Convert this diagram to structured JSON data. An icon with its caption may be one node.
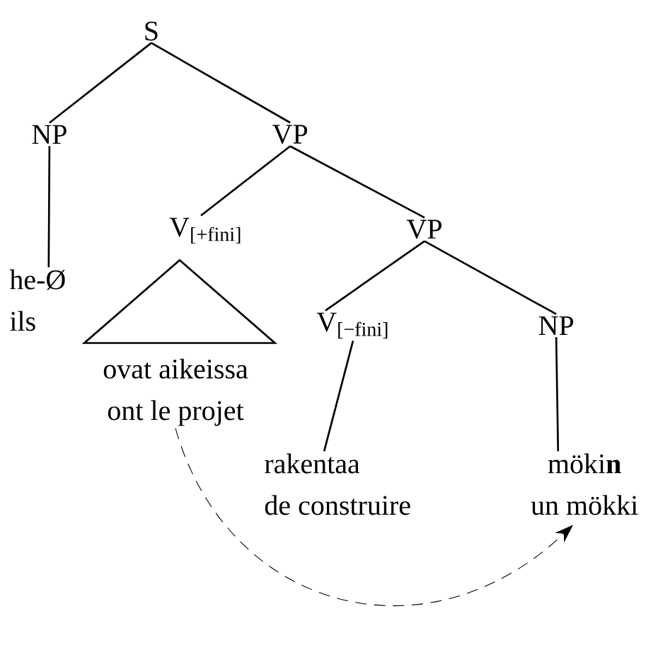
{
  "diagram": {
    "nodes": [
      {
        "text": [
          "S"
        ]
      },
      {
        "text": [
          "NP"
        ]
      },
      {
        "text": [
          "VP"
        ]
      },
      {
        "text": [
          "V$_{[+fini]}$"
        ]
      },
      {
        "text": [
          "VP"
        ]
      },
      {
        "text": [
          "V$_{[−fini]}$"
        ]
      },
      {
        "text": [
          "NP"
        ]
      },
      {
        "text": [
          "he-Ø",
          "ils"
        ]
      },
      {
        "text": [],
        "shape": "triangle"
      },
      {
        "text": [
          "ovat aikeissa",
          "ont le projet"
        ]
      },
      {
        "text": [
          "rakentaa",
          "de construire"
        ]
      },
      {
        "text": [
          "möki**n**",
          "un mökki"
        ]
      }
    ],
    "edges": [
      {
        "from": 0,
        "to": 1,
        "arrow": "none"
      },
      {
        "from": 0,
        "to": 2,
        "arrow": "none"
      },
      {
        "from": 1,
        "to": 7,
        "arrow": "none"
      },
      {
        "from": 2,
        "to": 3,
        "arrow": "none"
      },
      {
        "from": 2,
        "to": 4,
        "arrow": "none"
      },
      {
        "from": 4,
        "to": 5,
        "arrow": "none"
      },
      {
        "from": 4,
        "to": 6,
        "arrow": "none"
      },
      {
        "from": 5,
        "to": 10,
        "arrow": "none"
      },
      {
        "from": 6,
        "to": 11,
        "arrow": "none"
      },
      {
        "from": 9,
        "to": 11,
        "arrow": "to",
        "style": "dashed"
      }
    ]
  }
}
